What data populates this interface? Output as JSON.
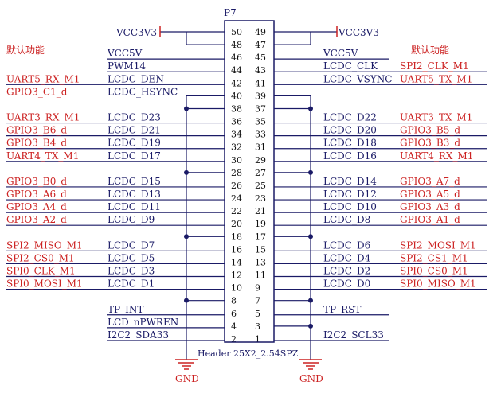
{
  "header": {
    "ref": "P7",
    "footprint": "Header 25X2_2.54SPZ",
    "power_left": "VCC3V3",
    "power_right": "VCC3V3",
    "default_func_left": "默认功能",
    "default_func_right": "默认功能",
    "gnd_left": "GND",
    "gnd_right": "GND"
  },
  "rows": [
    {
      "lp": "50",
      "rp": "49",
      "ln": "",
      "lf": "",
      "rn": "",
      "rf": ""
    },
    {
      "lp": "48",
      "rp": "47",
      "ln": "",
      "lf": "",
      "rn": "",
      "rf": ""
    },
    {
      "lp": "46",
      "rp": "45",
      "ln": "VCC5V",
      "lf": "",
      "rn": "VCC5V",
      "rf": ""
    },
    {
      "lp": "44",
      "rp": "43",
      "ln": "PWM14",
      "lf": "",
      "rn": "LCDC_CLK",
      "rf": "SPI2_CLK_M1"
    },
    {
      "lp": "42",
      "rp": "41",
      "ln": "LCDC_DEN",
      "lf": "UART5_RX_M1",
      "rn": "LCDC_VSYNC",
      "rf": "UART5_TX_M1"
    },
    {
      "lp": "40",
      "rp": "39",
      "ln": "LCDC_HSYNC",
      "lf": "GPIO3_C1_d",
      "rn": "",
      "rf": ""
    },
    {
      "lp": "38",
      "rp": "37",
      "ln": "",
      "lf": "",
      "rn": "",
      "rf": ""
    },
    {
      "lp": "36",
      "rp": "35",
      "ln": "LCDC_D23",
      "lf": "UART3_RX_M1",
      "rn": "LCDC_D22",
      "rf": "UART3_TX_M1"
    },
    {
      "lp": "34",
      "rp": "33",
      "ln": "LCDC_D21",
      "lf": "GPIO3_B6_d",
      "rn": "LCDC_D20",
      "rf": "GPIO3_B5_d"
    },
    {
      "lp": "32",
      "rp": "31",
      "ln": "LCDC_D19",
      "lf": "GPIO3_B4_d",
      "rn": "LCDC_D18",
      "rf": "GPIO3_B3_d"
    },
    {
      "lp": "30",
      "rp": "29",
      "ln": "LCDC_D17",
      "lf": "UART4_TX_M1",
      "rn": "LCDC_D16",
      "rf": "UART4_RX_M1"
    },
    {
      "lp": "28",
      "rp": "27",
      "ln": "",
      "lf": "",
      "rn": "",
      "rf": ""
    },
    {
      "lp": "26",
      "rp": "25",
      "ln": "LCDC_D15",
      "lf": "GPIO3_B0_d",
      "rn": "LCDC_D14",
      "rf": "GPIO3_A7_d"
    },
    {
      "lp": "24",
      "rp": "23",
      "ln": "LCDC_D13",
      "lf": "GPIO3_A6_d",
      "rn": "LCDC_D12",
      "rf": "GPIO3_A5_d"
    },
    {
      "lp": "22",
      "rp": "21",
      "ln": "LCDC_D11",
      "lf": "GPIO3_A4_d",
      "rn": "LCDC_D10",
      "rf": "GPIO3_A3_d"
    },
    {
      "lp": "20",
      "rp": "19",
      "ln": "LCDC_D9",
      "lf": "GPIO3_A2_d",
      "rn": "LCDC_D8",
      "rf": "GPIO3_A1_d"
    },
    {
      "lp": "18",
      "rp": "17",
      "ln": "",
      "lf": "",
      "rn": "",
      "rf": ""
    },
    {
      "lp": "16",
      "rp": "15",
      "ln": "LCDC_D7",
      "lf": "SPI2_MISO_M1",
      "rn": "LCDC_D6",
      "rf": "SPI2_MOSI_M1"
    },
    {
      "lp": "14",
      "rp": "13",
      "ln": "LCDC_D5",
      "lf": "SPI2_CS0_M1",
      "rn": "LCDC_D4",
      "rf": "SPI2_CS1_M1"
    },
    {
      "lp": "12",
      "rp": "11",
      "ln": "LCDC_D3",
      "lf": "SPI0_CLK_M1",
      "rn": "LCDC_D2",
      "rf": "SPI0_CS0_M1"
    },
    {
      "lp": "10",
      "rp": "9",
      "ln": "LCDC_D1",
      "lf": "SPI0_MOSI_M1",
      "rn": "LCDC_D0",
      "rf": "SPI0_MISO_M1"
    },
    {
      "lp": "8",
      "rp": "7",
      "ln": "",
      "lf": "",
      "rn": "",
      "rf": ""
    },
    {
      "lp": "6",
      "rp": "5",
      "ln": "TP_INT",
      "lf": "",
      "rn": "TP_RST",
      "rf": ""
    },
    {
      "lp": "4",
      "rp": "3",
      "ln": "LCD_nPWREN",
      "lf": "",
      "rn": "",
      "rf": ""
    },
    {
      "lp": "2",
      "rp": "1",
      "ln": "I2C2_SDA33",
      "lf": "",
      "rn": "I2C2_SCL33",
      "rf": ""
    }
  ]
}
